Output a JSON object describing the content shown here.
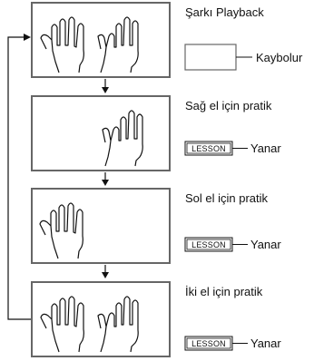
{
  "steps": [
    {
      "title": "Şarkı Playback",
      "hands": "both",
      "indicator": {
        "badge": "",
        "state": "Kaybolur"
      }
    },
    {
      "title": "Sağ el için pratik",
      "hands": "right",
      "indicator": {
        "badge": "LESSON",
        "state": "Yanar"
      }
    },
    {
      "title": "Sol el için pratik",
      "hands": "left",
      "indicator": {
        "badge": "LESSON",
        "state": "Yanar"
      }
    },
    {
      "title": "İki el için pratik",
      "hands": "both",
      "indicator": {
        "badge": "LESSON",
        "state": "Yanar"
      }
    }
  ],
  "colors": {
    "frame": "#666666",
    "line": "#111111",
    "hand": "#111111"
  }
}
